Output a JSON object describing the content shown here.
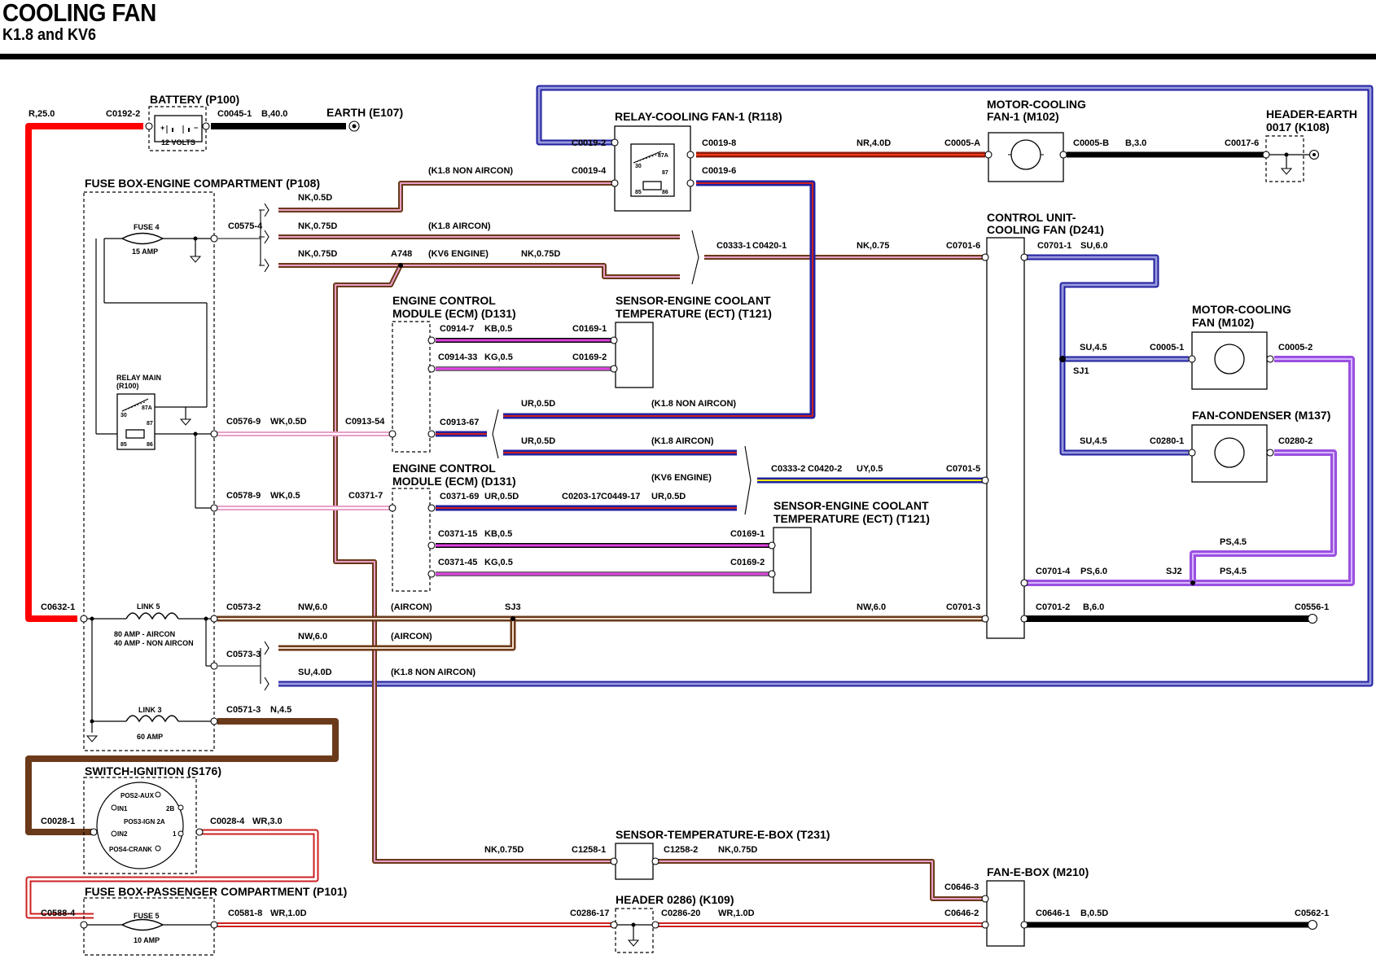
{
  "header": {
    "title": "COOLING FAN",
    "subtitle": "K1.8 and KV6"
  },
  "components": {
    "battery": "BATTERY (P100)",
    "battery_volts": "12 VOLTS",
    "earth_e107": "EARTH (E107)",
    "fusebox_engine": "FUSE BOX-ENGINE COMPARTMENT (P108)",
    "fuse4": "FUSE 4",
    "fuse4_rating": "15 AMP",
    "relay_main": "RELAY MAIN",
    "relay_main_id": "(R100)",
    "link5": "LINK 5",
    "link5_rating_a": "80 AMP - AIRCON",
    "link5_rating_b": "40 AMP - NON AIRCON",
    "link3": "LINK 3",
    "link3_rating": "60 AMP",
    "relay_fan1": "RELAY-COOLING FAN-1 (R118)",
    "motor_fan1_a": "MOTOR-COOLING",
    "motor_fan1_b": "FAN-1 (M102)",
    "header_earth_a": "HEADER-EARTH",
    "header_earth_b": "0017 (K108)",
    "cu_fan_a": "CONTROL UNIT-",
    "cu_fan_b": "COOLING FAN (D241)",
    "ecm1_a": "ENGINE CONTROL",
    "ecm1_b": "MODULE (ECM) (D131)",
    "ect1_a": "SENSOR-ENGINE COOLANT",
    "ect1_b": "TEMPERATURE (ECT) (T121)",
    "ecm2_a": "ENGINE CONTROL",
    "ecm2_b": "MODULE (ECM) (D131)",
    "ect2_a": "SENSOR-ENGINE COOLANT",
    "ect2_b": "TEMPERATURE (ECT) (T121)",
    "motor_fan2_a": "MOTOR-COOLING",
    "motor_fan2_b": "FAN (M102)",
    "fan_condenser": "FAN-CONDENSER (M137)",
    "switch_ign": "SWITCH-IGNITION (S176)",
    "fusebox_pass": "FUSE BOX-PASSENGER COMPARTMENT (P101)",
    "fuse5": "FUSE 5",
    "fuse5_rating": "10 AMP",
    "sensor_ebox": "SENSOR-TEMPERATURE-E-BOX (T231)",
    "header_0286": "HEADER 0286) (K109)",
    "fan_ebox": "FAN-E-BOX (M210)"
  },
  "switch_positions": {
    "pos2": "POS2-AUX",
    "in1": "IN1",
    "p2b": "2B",
    "pos3": "POS3-IGN 2A",
    "in2": "IN2",
    "p1": "1",
    "pos4": "POS4-CRANK"
  },
  "relay_pins": {
    "p30": "30",
    "p87a": "87A",
    "p87": "87",
    "p85": "85",
    "p86": "86"
  },
  "connectors": {
    "c0192_2": "C0192-2",
    "c0045_1": "C0045-1",
    "c0575_4": "C0575-4",
    "c0576_9": "C0576-9",
    "c0913_54": "C0913-54",
    "c0578_9": "C0578-9",
    "c0371_7": "C0371-7",
    "c0632_1": "C0632-1",
    "c0573_2": "C0573-2",
    "c0573_3": "C0573-3",
    "c0571_3": "C0571-3",
    "c0019_2": "C0019-2",
    "c0019_4": "C0019-4",
    "c0019_8": "C0019-8",
    "c0019_6": "C0019-6",
    "c0005_a": "C0005-A",
    "c0005_b": "C0005-B",
    "c0017_6": "C0017-6",
    "c0333_1": "C0333-1",
    "c0420_1": "C0420-1",
    "c0701_6": "C0701-6",
    "c0701_1": "C0701-1",
    "c0914_7": "C0914-7",
    "c0169_1a": "C0169-1",
    "c0914_33": "C0914-33",
    "c0169_2a": "C0169-2",
    "c0913_67": "C0913-67",
    "c0005_1": "C0005-1",
    "c0005_2": "C0005-2",
    "c0280_1": "C0280-1",
    "c0280_2": "C0280-2",
    "c0333_2": "C0333-2",
    "c0420_2": "C0420-2",
    "c0701_5": "C0701-5",
    "c0371_69": "C0371-69",
    "c0203_17": "C0203-17",
    "c0449_17": "C0449-17",
    "c0371_15": "C0371-15",
    "c0169_1b": "C0169-1",
    "c0371_45": "C0371-45",
    "c0169_2b": "C0169-2",
    "c0701_4": "C0701-4",
    "c0701_3": "C0701-3",
    "c0701_2": "C0701-2",
    "c0556_1": "C0556-1",
    "c0028_1": "C0028-1",
    "c0028_4": "C0028-4",
    "c0588_4": "C0588-4",
    "c0581_8": "C0581-8",
    "c1258_1": "C1258-1",
    "c1258_2": "C1258-2",
    "c0286_17": "C0286-17",
    "c0286_20": "C0286-20",
    "c0646_3": "C0646-3",
    "c0646_2": "C0646-2",
    "c0646_1": "C0646-1",
    "c0562_1": "C0562-1",
    "a748": "A748",
    "sj1": "SJ1",
    "sj2": "SJ2",
    "sj3": "SJ3"
  },
  "wires": {
    "r25": "R,25.0",
    "b40": "B,40.0",
    "nk05d": "NK,0.5D",
    "nk075d_a": "NK,0.75D",
    "nk075d_b": "NK,0.75D",
    "nk075d_c": "NK,0.75D",
    "wk05d": "WK,0.5D",
    "wk05": "WK,0.5",
    "nw6_a": "NW,6.0",
    "nw6_b": "NW,6.0",
    "nw6_c": "NW,6.0",
    "su40d": "SU,4.0D",
    "n45": "N,4.5",
    "nr40d": "NR,4.0D",
    "b30": "B,3.0",
    "nk075": "NK,0.75",
    "su6": "SU,6.0",
    "kb05a": "KB,0.5",
    "kg05a": "KG,0.5",
    "ur05d_a": "UR,0.5D",
    "ur05d_b": "UR,0.5D",
    "ur05d_c": "UR,0.5D",
    "ur05d_d": "UR,0.5D",
    "su45a": "SU,4.5",
    "su45b": "SU,4.5",
    "uy05": "UY,0.5",
    "kb05b": "KB,0.5",
    "kg05b": "KG,0.5",
    "ps60": "PS,6.0",
    "ps45a": "PS,4.5",
    "ps45b": "PS,4.5",
    "b60": "B,6.0",
    "wr30": "WR,3.0",
    "wr10d_a": "WR,1.0D",
    "wr10d_b": "WR,1.0D",
    "nk075d_d": "NK,0.75D",
    "nk075d_e": "NK,0.75D",
    "b05d": "B,0.5D"
  },
  "notes": {
    "k18_non_aircon_a": "(K1.8 NON AIRCON)",
    "k18_aircon_a": "(K1.8 AIRCON)",
    "kv6_a": "(KV6 ENGINE)",
    "k18_non_aircon_b": "(K1.8 NON AIRCON)",
    "k18_aircon_b": "(K1.8 AIRCON)",
    "kv6_b": "(KV6 ENGINE)",
    "aircon_a": "(AIRCON)",
    "aircon_b": "(AIRCON)",
    "k18_non_aircon_c": "(K1.8 NON AIRCON)"
  },
  "wire_colors": {
    "red": "#ff0000",
    "black": "#000000",
    "brown": "#6b3a1a",
    "pink": "#e8a0c8",
    "magenta": "#e040e0",
    "blue": "#2020a0",
    "lightblue": "#8888dd",
    "purple": "#9a50e0",
    "yellow": "#ffee00",
    "white": "#ffffff",
    "grey": "#aaaaaa"
  }
}
